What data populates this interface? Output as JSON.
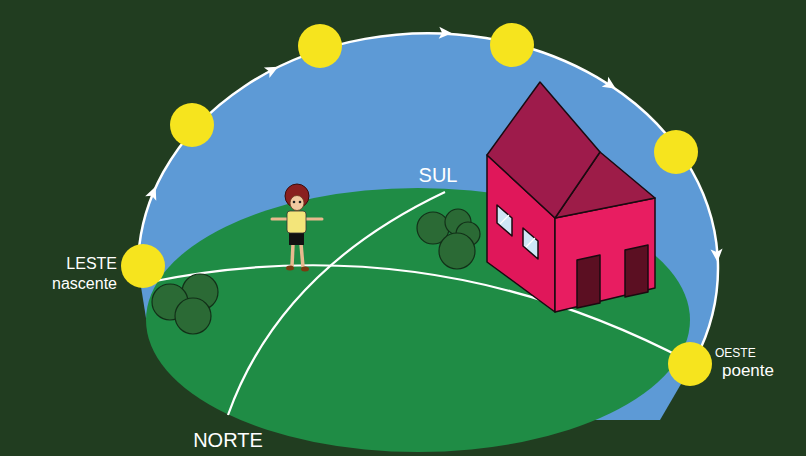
{
  "diagram": {
    "labels": [
      "LESTE",
      "nascente",
      "SUL",
      "OESTE",
      "poente",
      "NORTE"
    ]
  }
}
